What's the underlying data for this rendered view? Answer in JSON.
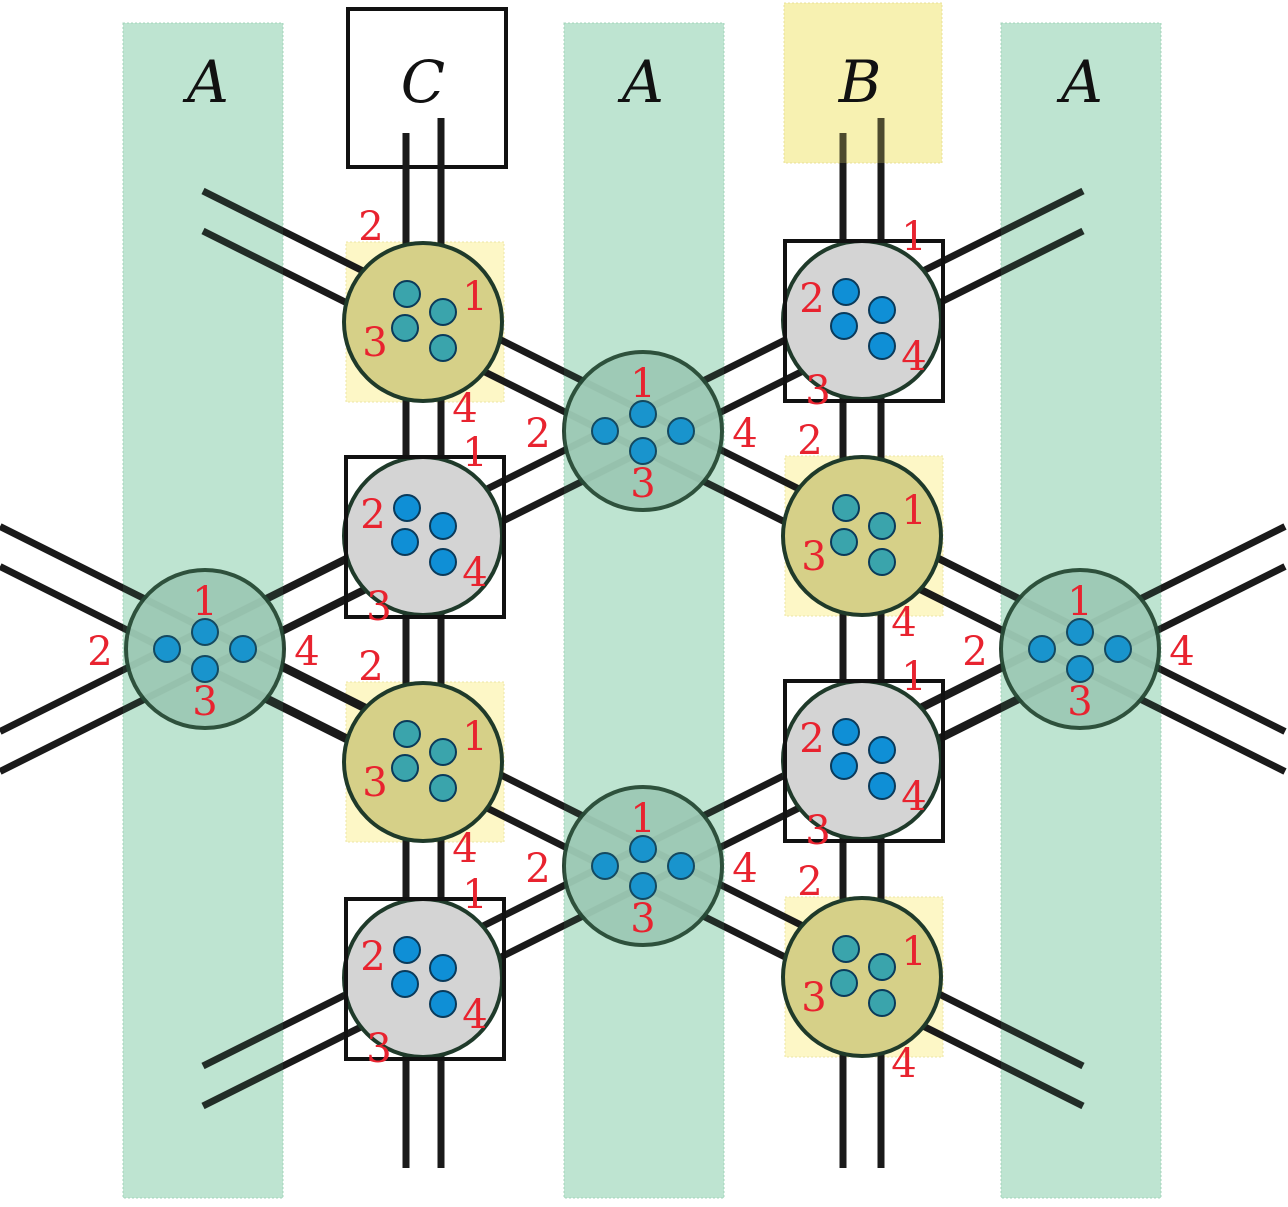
{
  "regions": [
    {
      "name": "A",
      "fill": "#cbeadb"
    },
    {
      "name": "C",
      "fill": "#ffffff",
      "boxed": true
    },
    {
      "name": "A",
      "fill": "#cbeadb"
    },
    {
      "name": "B",
      "fill": "#fdf8c8"
    },
    {
      "name": "A",
      "fill": "#cbeadb"
    }
  ],
  "colors": {
    "wire": "#1a1a1a",
    "dot": "#0f8fd6",
    "dot_dim": "#3aa4ac",
    "green_node": "#a6cbbb",
    "yellow_node": "#d6d088",
    "gray_node": "#d4d4d4",
    "yellow_patch": "#fdf7c6",
    "label": "#e8232f"
  },
  "nodes": [
    {
      "type": "yellow",
      "ports": [
        "1",
        "2",
        "3",
        "4"
      ]
    },
    {
      "type": "gray",
      "ports": [
        "1",
        "2",
        "3",
        "4"
      ]
    },
    {
      "type": "yellow",
      "ports": [
        "1",
        "2",
        "3",
        "4"
      ]
    },
    {
      "type": "gray",
      "ports": [
        "1",
        "2",
        "3",
        "4"
      ]
    },
    {
      "type": "green",
      "ports": [
        "1",
        "2",
        "3",
        "4"
      ]
    },
    {
      "type": "green",
      "ports": [
        "1",
        "2",
        "3",
        "4"
      ]
    },
    {
      "type": "green",
      "ports": [
        "1",
        "2",
        "3",
        "4"
      ]
    },
    {
      "type": "gray",
      "ports": [
        "1",
        "2",
        "3",
        "4"
      ]
    },
    {
      "type": "yellow",
      "ports": [
        "1",
        "2",
        "3",
        "4"
      ]
    },
    {
      "type": "gray",
      "ports": [
        "1",
        "2",
        "3",
        "4"
      ]
    },
    {
      "type": "yellow",
      "ports": [
        "1",
        "2",
        "3",
        "4"
      ]
    },
    {
      "type": "green",
      "ports": [
        "1",
        "2",
        "3",
        "4"
      ]
    }
  ]
}
